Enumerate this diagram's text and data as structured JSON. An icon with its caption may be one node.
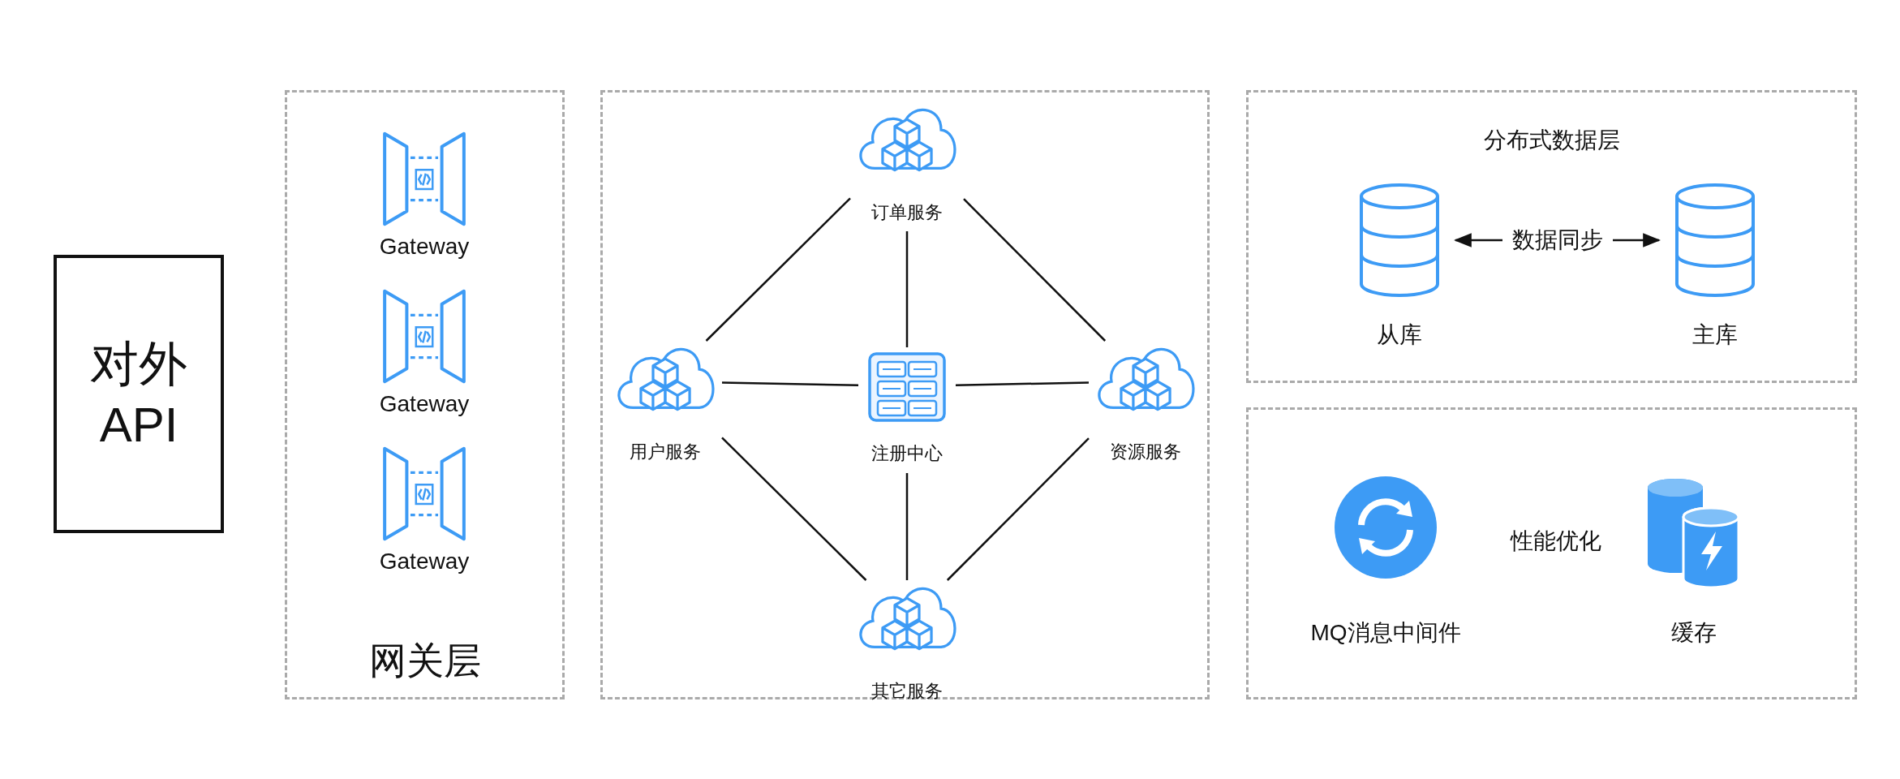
{
  "diagram": {
    "nodes": [
      {
        "text": [
          "对外 API"
        ]
      },
      {
        "text": [
          "网关层"
        ]
      },
      {
        "text": [
          "Gateway"
        ],
        "in": 1
      },
      {
        "text": [
          "Gateway"
        ],
        "in": 1
      },
      {
        "text": [
          "Gateway"
        ],
        "in": 1
      },
      {
        "text": [],
        "shape": "box"
      },
      {
        "text": [
          "订单服务"
        ],
        "in": 5
      },
      {
        "text": [
          "用户服务"
        ],
        "in": 5
      },
      {
        "text": [
          "注册中心"
        ],
        "in": 5
      },
      {
        "text": [
          "资源服务"
        ],
        "in": 5
      },
      {
        "text": [
          "其它服务"
        ],
        "in": 5
      },
      {
        "text": [
          "分布式数据层"
        ]
      },
      {
        "text": [
          "从库"
        ],
        "in": 11
      },
      {
        "text": [
          "主库"
        ],
        "in": 11
      },
      {
        "text": [],
        "shape": "box"
      },
      {
        "text": [
          "MQ消息中间件"
        ],
        "in": 14
      },
      {
        "text": [
          "缓存"
        ],
        "in": 14
      }
    ],
    "edges": [
      {
        "from": 12,
        "to": 13,
        "arrow": "both",
        "label": "数据同步"
      },
      {
        "from": 6,
        "to": 7,
        "arrow": "none"
      },
      {
        "from": 6,
        "to": 9,
        "arrow": "none"
      },
      {
        "from": 6,
        "to": 8,
        "arrow": "none"
      },
      {
        "from": 7,
        "to": 8,
        "arrow": "none"
      },
      {
        "from": 8,
        "to": 9,
        "arrow": "none"
      },
      {
        "from": 8,
        "to": 10,
        "arrow": "none"
      },
      {
        "from": 7,
        "to": 10,
        "arrow": "none"
      },
      {
        "from": 9,
        "to": 10,
        "arrow": "none"
      }
    ],
    "labels": [
      "性能优化"
    ]
  }
}
